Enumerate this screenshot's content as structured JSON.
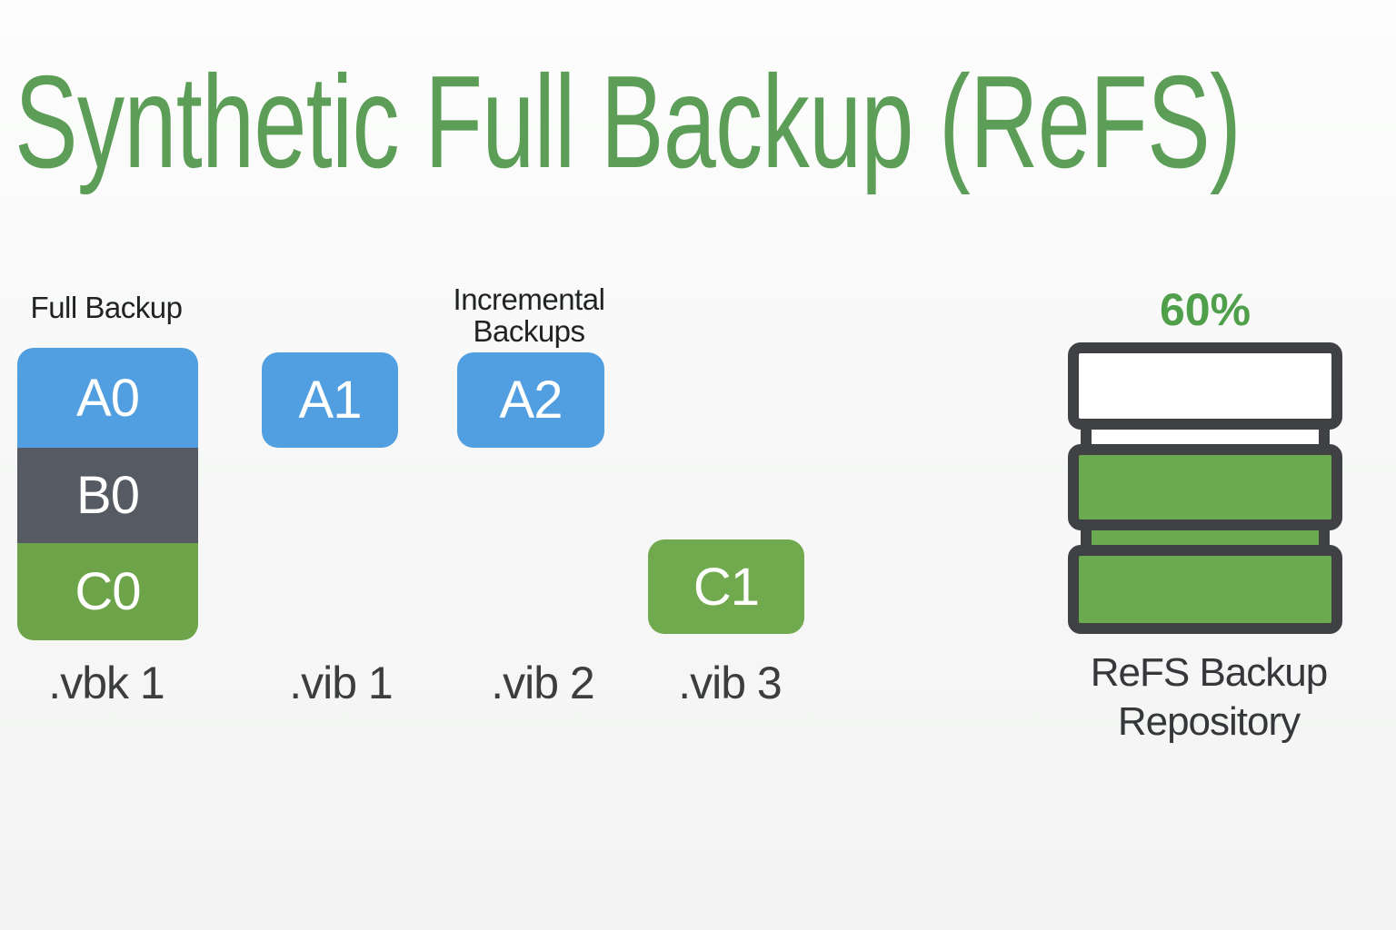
{
  "title": {
    "text": "Synthetic Full Backup (ReFS)",
    "color": "#5c9e57"
  },
  "full_backup_chain": {
    "label": "Full Backup",
    "file_label": ".vbk 1",
    "blocks": [
      {
        "id": "A0",
        "color": "#519fe0"
      },
      {
        "id": "B0",
        "color": "#565a63"
      },
      {
        "id": "C0",
        "color": "#6da449"
      }
    ]
  },
  "incremental_chain": {
    "label_line1": "Incremental",
    "label_line2": "Backups",
    "blocks": [
      {
        "id": "A1",
        "color": "#519fe0",
        "file_label": ".vib 1"
      },
      {
        "id": "A2",
        "color": "#519fe0",
        "file_label": ".vib 2"
      },
      {
        "id": "C1",
        "color": "#71a94f",
        "file_label": ".vib 3"
      }
    ]
  },
  "repository": {
    "space_savings": "60%",
    "percent_color": "#4f9f4b",
    "label_line1": "ReFS Backup",
    "label_line2": "Repository",
    "icon": {
      "name": "refs-repository-stack-icon",
      "stroke_color": "#3f4145",
      "green_fill": "#6caa4f",
      "segments": [
        "white",
        "green",
        "green"
      ]
    }
  }
}
